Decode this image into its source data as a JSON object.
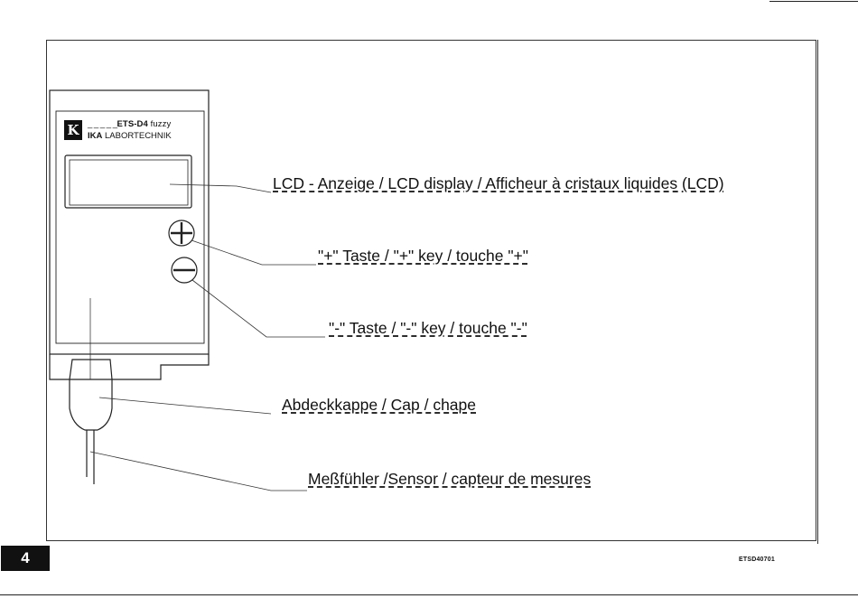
{
  "device": {
    "logo": "K",
    "model_dashes": "_ _ _ _ _",
    "model_name": "ETS-D4",
    "model_suffix": "fuzzy",
    "maker_bold": "IKA",
    "maker_rest": "LABORTECHNIK"
  },
  "callouts": {
    "lcd": "LCD - Anzeige / LCD display / Afficheur à cristaux liquides (LCD)",
    "plus_key": "\"+\" Taste / \"+\" key / touche \"+\"",
    "minus_key": "\"-\" Taste / \"-\" key / touche \"-\"",
    "cap": "Abdeckkappe / Cap / chape",
    "sensor": "Meßfühler /Sensor / capteur de mesures"
  },
  "footer": {
    "page_number": "4",
    "document_code": "ETSD40701"
  },
  "colors": {
    "ink": "#111111",
    "background": "#ffffff"
  }
}
